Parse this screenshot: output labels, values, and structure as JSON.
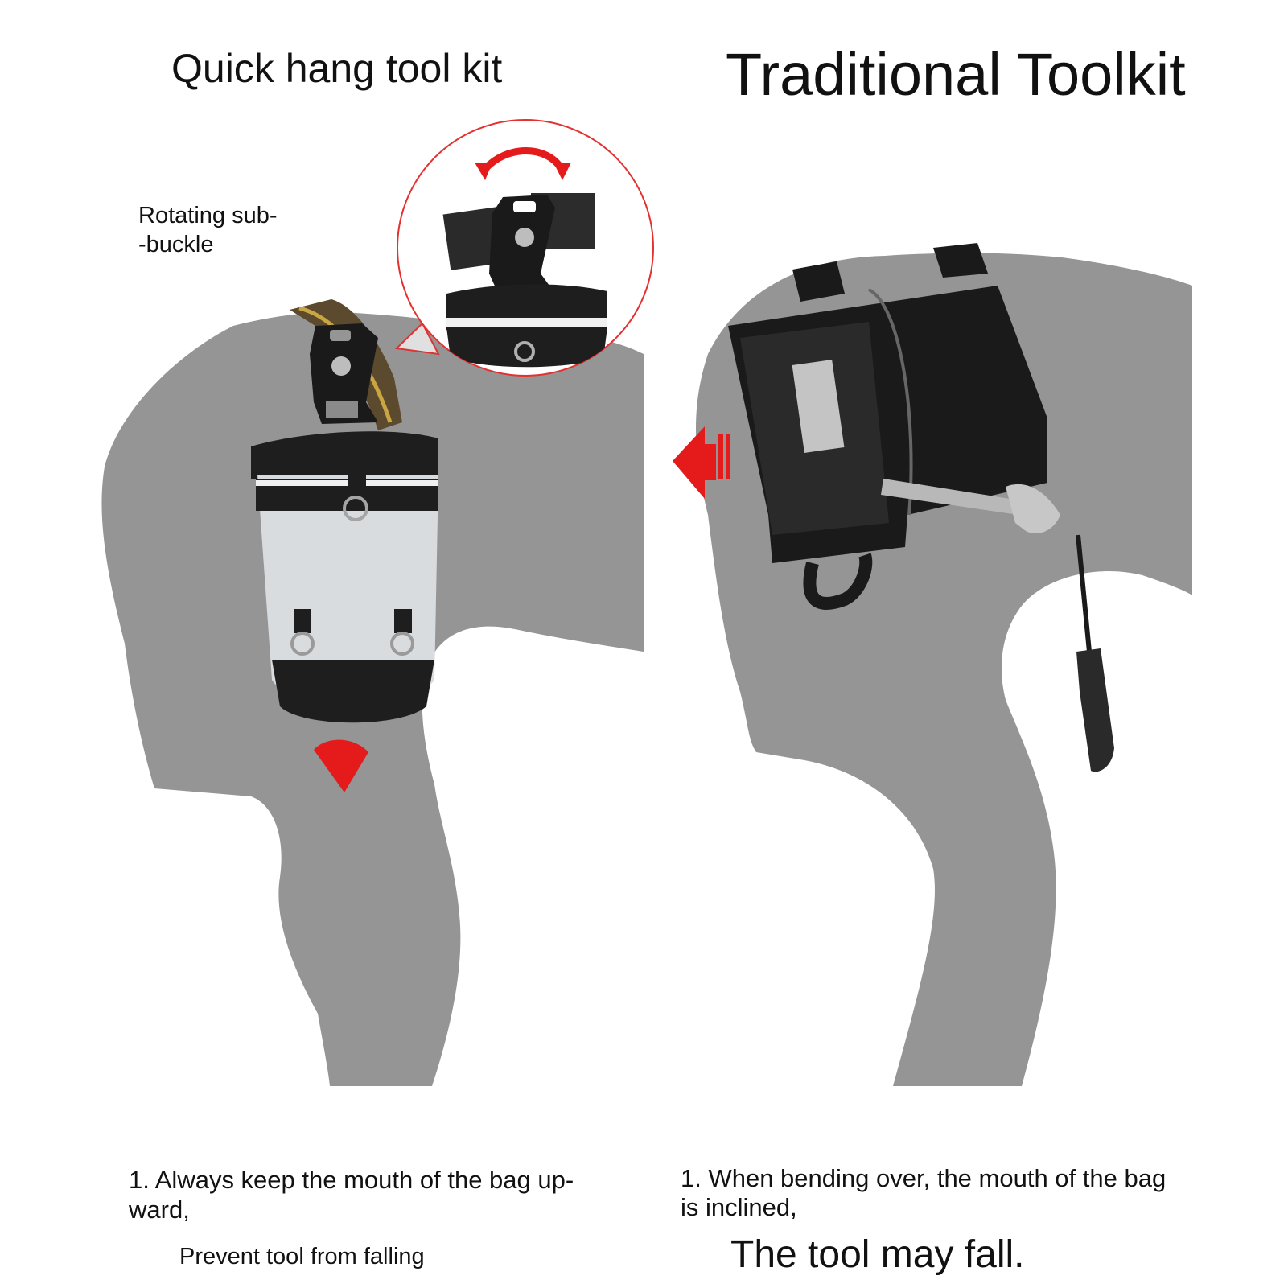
{
  "left_panel": {
    "title": "Quick hang tool kit",
    "callout_lines": [
      "Rotating sub-",
      "-buckle"
    ],
    "caption_lines": [
      "1. Always keep the mouth of the bag up-",
      "ward,"
    ],
    "subcaption": "Prevent tool from falling"
  },
  "right_panel": {
    "title": "Traditional Toolkit",
    "caption_lines": [
      "1. When bending over, the mouth of the bag",
      "is inclined,"
    ],
    "subcaption": "The tool may fall."
  },
  "colors": {
    "silhouette": "#959595",
    "accent_red": "#e51b1b",
    "bag_light": "#d9dcdf",
    "bag_dark": "#1e1e1e"
  },
  "icons": [
    "rotate-arrow-icon",
    "down-arrow-icon",
    "left-arrow-icon",
    "wrench-icon",
    "screwdriver-icon"
  ]
}
